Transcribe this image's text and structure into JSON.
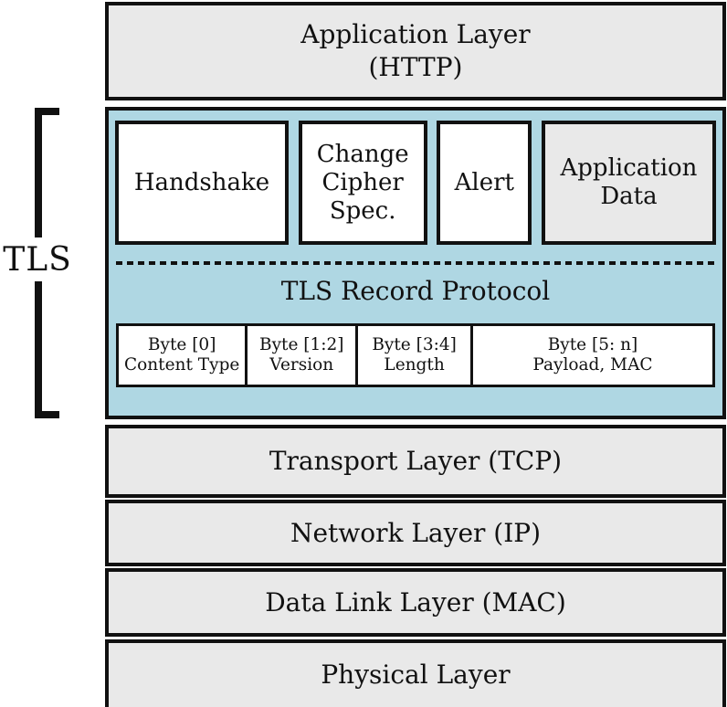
{
  "colors": {
    "border": "#111111",
    "layer_fill": "#e9e9e9",
    "tls_fill": "#afd7e3"
  },
  "bracket": {
    "label": "TLS"
  },
  "stack": {
    "application": {
      "line1": "Application Layer",
      "line2": "(HTTP)"
    },
    "tls": {
      "protocols": [
        {
          "label": "Handshake"
        },
        {
          "label": "Change Cipher Spec."
        },
        {
          "label": "Alert"
        },
        {
          "label": "Application Data"
        }
      ],
      "record_title": "TLS Record Protocol",
      "byte_fields": [
        {
          "line1": "Byte [0]",
          "line2": "Content Type"
        },
        {
          "line1": "Byte [1:2]",
          "line2": "Version"
        },
        {
          "line1": "Byte [3:4]",
          "line2": "Length"
        },
        {
          "line1": "Byte [5: n]",
          "line2": "Payload, MAC"
        }
      ]
    },
    "transport": {
      "label": "Transport Layer (TCP)"
    },
    "network": {
      "label": "Network Layer (IP)"
    },
    "datalink": {
      "label": "Data Link Layer (MAC)"
    },
    "physical": {
      "label": "Physical Layer"
    }
  }
}
